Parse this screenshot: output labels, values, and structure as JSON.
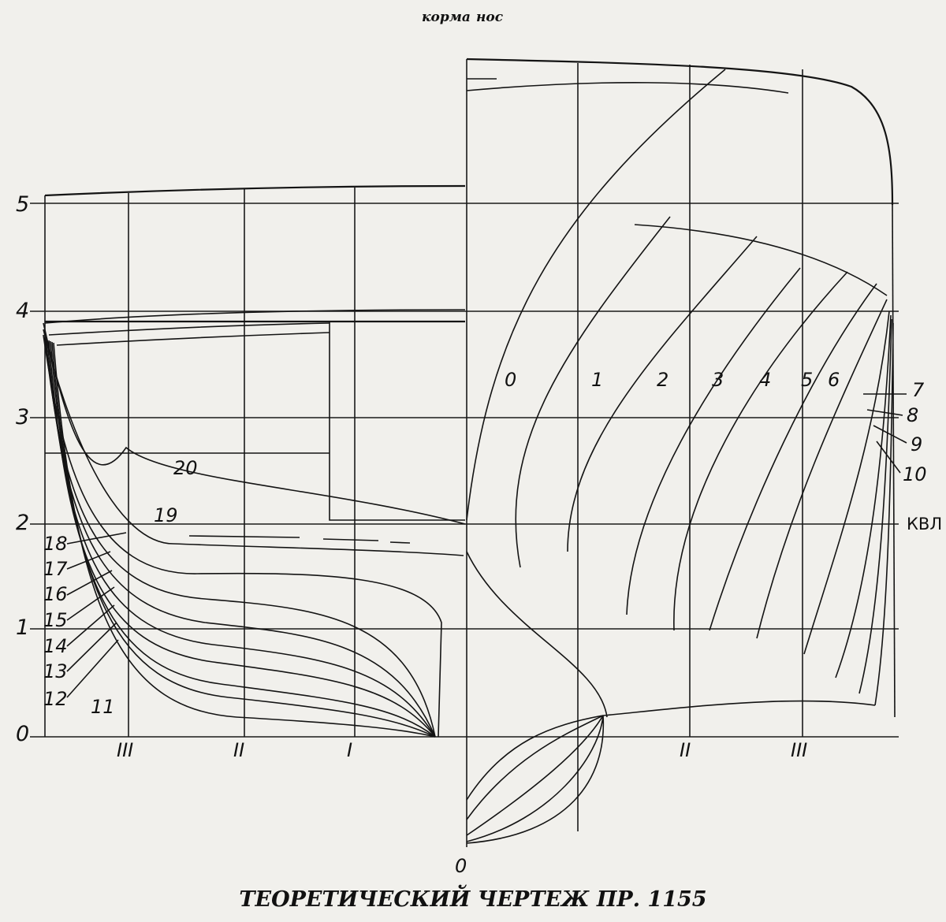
{
  "header": {
    "left": "корма",
    "right": "нос"
  },
  "caption": "ТЕОРЕТИЧЕСКИЙ ЧЕРТЕЖ ПР. 1155",
  "waterline_labels": [
    "0",
    "1",
    "2",
    "3",
    "4",
    "5"
  ],
  "kvl_label": "КВЛ",
  "bottom_left_buttocks": [
    "III",
    "II",
    "I"
  ],
  "bottom_right_buttocks": [
    "II",
    "III"
  ],
  "keel_label": "0",
  "bow_stations": [
    "0",
    "1",
    "2",
    "3",
    "4",
    "5",
    "6",
    "7",
    "8",
    "9",
    "10"
  ],
  "stern_stations": [
    "11",
    "12",
    "13",
    "14",
    "15",
    "16",
    "17",
    "18",
    "19",
    "20"
  ]
}
